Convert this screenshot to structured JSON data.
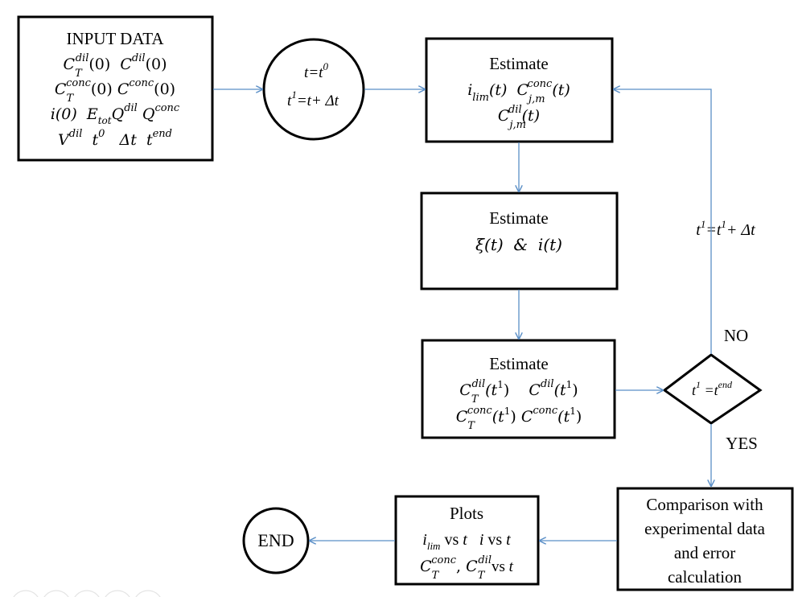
{
  "input_box": {
    "title": "INPUT DATA",
    "line1": [
      "C",
      "T",
      "dil",
      "(0)  ",
      "C",
      "dil",
      "(0)"
    ],
    "line2": [
      "C",
      "T",
      "conc",
      "(0) ",
      "C",
      "conc",
      "(0)"
    ],
    "line3": [
      "i(0)  ",
      "E",
      "tot",
      "Q",
      "dil",
      " Q",
      "conc"
    ],
    "line4": [
      "V",
      "dil",
      "  t",
      "0",
      "   Δt  ",
      "t",
      "end"
    ]
  },
  "time_node": {
    "line1": [
      "t=t",
      "0"
    ],
    "line2": [
      "t",
      "1",
      "=t+ ",
      "Δt"
    ]
  },
  "estimate_1": {
    "title": "Estimate",
    "line1": [
      "i",
      "lim",
      "(t)  ",
      "C",
      "j,m",
      "conc",
      "(t)"
    ],
    "line2": [
      "C",
      "j,m",
      "dil",
      "(t)"
    ]
  },
  "estimate_2": {
    "title": "Estimate",
    "line1": "ξ(t)  &  i(t)"
  },
  "estimate_3": {
    "title": "Estimate",
    "line1": [
      "C",
      "T",
      "dil",
      "(t",
      "1",
      ")    ",
      "C",
      "dil",
      "(t",
      "1",
      ")"
    ],
    "line2": [
      "C",
      "T",
      "conc",
      "(t",
      "1",
      ") ",
      "C",
      "conc",
      "(t",
      "1",
      ")"
    ]
  },
  "decision": {
    "text": [
      "t",
      "1",
      " =t",
      "end"
    ],
    "no_label": "NO",
    "yes_label": "YES"
  },
  "loop_label": [
    "t",
    "1",
    "=t",
    "1",
    "+ ",
    "Δt"
  ],
  "comparison_box": {
    "lines": [
      "Comparison with",
      "experimental data",
      "and error",
      "calculation"
    ]
  },
  "plots_box": {
    "title": "Plots",
    "line1": [
      "i",
      "lim",
      " vs ",
      "t",
      "   i",
      " vs ",
      "t"
    ],
    "line2": [
      "C",
      "T",
      "conc",
      ", ",
      "C",
      "T",
      "dil",
      "vs ",
      "t"
    ]
  },
  "end_node": {
    "text": "END"
  },
  "colors": {
    "arrow": "#5b8fc7",
    "outline": "#000000",
    "background": "#ffffff"
  }
}
